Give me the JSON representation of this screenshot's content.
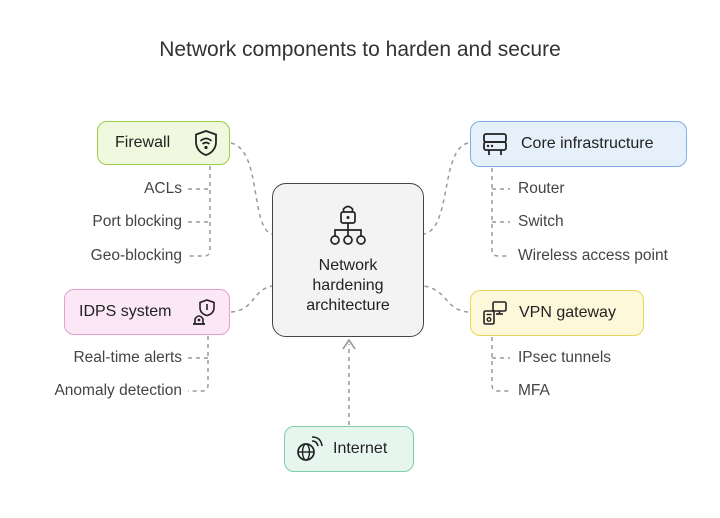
{
  "title": "Network components to harden and secure",
  "center": {
    "label": "Network hardening architecture",
    "icon": "network-lock-icon"
  },
  "firewall": {
    "label": "Firewall",
    "icon": "shield-wifi-icon",
    "accent": "#9ccc4a",
    "items": [
      "ACLs",
      "Port blocking",
      "Geo-blocking"
    ]
  },
  "core": {
    "label": "Core infrastructure",
    "icon": "server-icon",
    "accent": "#7eaee6",
    "items": [
      "Router",
      "Switch",
      "Wireless access point"
    ]
  },
  "idps": {
    "label": "IDPS system",
    "icon": "alarm-shield-icon",
    "accent": "#e2a0d4",
    "items": [
      "Real-time alerts",
      "Anomaly detection"
    ]
  },
  "vpn": {
    "label": "VPN gateway",
    "icon": "vpn-devices-icon",
    "accent": "#e8d65c",
    "items": [
      "IPsec tunnels",
      "MFA"
    ]
  },
  "internet": {
    "label": "Internet",
    "icon": "globe-signal-icon",
    "accent": "#7fcdaa"
  }
}
